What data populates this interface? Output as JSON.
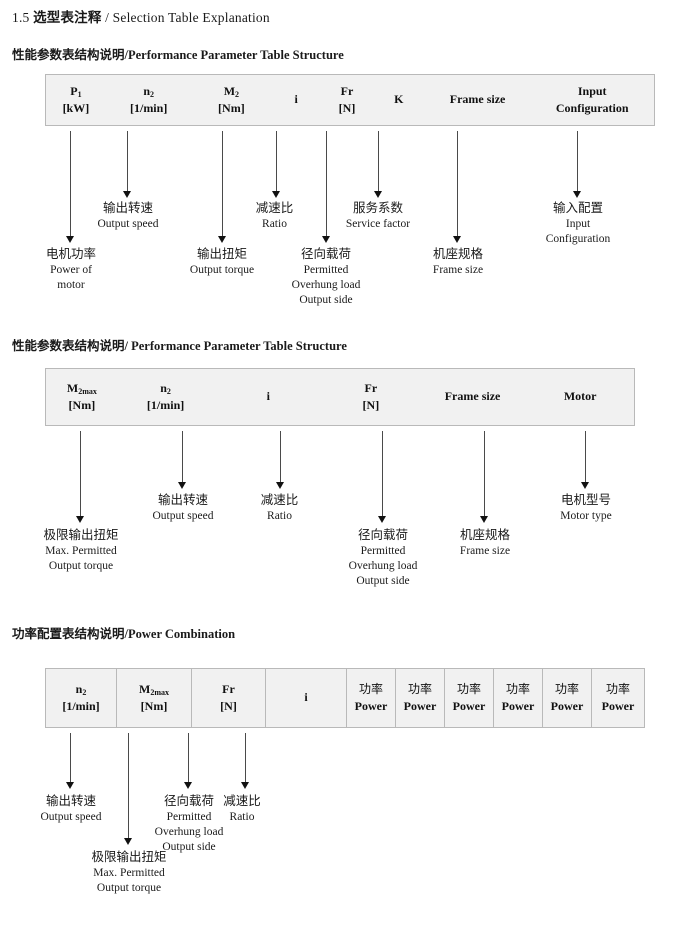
{
  "document": {
    "section_number": "1.5",
    "section_title_cn": "选型表注释",
    "section_separator": "/",
    "section_title_en": "Selection Table Explanation"
  },
  "blocks": [
    {
      "heading_cn": "性能参数表结构说明",
      "heading_sep": "/",
      "heading_en": "Performance Parameter Table Structure",
      "columns": [
        {
          "l1": "P₁",
          "sym": "P",
          "sub": "1",
          "l2": "[kW]"
        },
        {
          "l1": "n₂",
          "sym": "n",
          "sub": "2",
          "l2": "[1/min]"
        },
        {
          "l1": "M₂",
          "sym": "M",
          "sub": "2",
          "l2": "[Nm]"
        },
        {
          "l1": "i",
          "sym": "i",
          "sub": "",
          "l2": ""
        },
        {
          "l1": "Fr",
          "sym": "Fr",
          "sub": "",
          "l2": "[N]"
        },
        {
          "l1": "K",
          "sym": "K",
          "sub": "",
          "l2": ""
        },
        {
          "l1": "Frame size",
          "sym": "Frame size",
          "sub": "",
          "l2": ""
        },
        {
          "l1": "Input",
          "sym": "Input",
          "sub": "",
          "l2": "Configuration"
        }
      ],
      "callouts": [
        {
          "cn": "电机功率",
          "en": [
            "Power of",
            "motor"
          ]
        },
        {
          "cn": "输出转速",
          "en": [
            "Output speed"
          ]
        },
        {
          "cn": "输出扭矩",
          "en": [
            "Output torque"
          ]
        },
        {
          "cn": "减速比",
          "en": [
            "Ratio"
          ]
        },
        {
          "cn": "径向载荷",
          "en": [
            "Permitted",
            "Overhung load",
            "Output side"
          ]
        },
        {
          "cn": "服务系数",
          "en": [
            "Service factor"
          ]
        },
        {
          "cn": "机座规格",
          "en": [
            "Frame size"
          ]
        },
        {
          "cn": "输入配置",
          "en": [
            "Input",
            "Configuration"
          ]
        }
      ]
    },
    {
      "heading_cn": "性能参数表结构说明",
      "heading_sep": "/",
      "heading_en": "Performance Parameter Table Structure",
      "columns": [
        {
          "l1": "M₂max",
          "sym": "M",
          "sub": "2max",
          "l2": "[Nm]"
        },
        {
          "l1": "n₂",
          "sym": "n",
          "sub": "2",
          "l2": "[1/min]"
        },
        {
          "l1": "i",
          "sym": "i",
          "sub": "",
          "l2": ""
        },
        {
          "l1": "Fr",
          "sym": "Fr",
          "sub": "",
          "l2": "[N]"
        },
        {
          "l1": "Frame size",
          "sym": "Frame size",
          "sub": "",
          "l2": ""
        },
        {
          "l1": "Motor",
          "sym": "Motor",
          "sub": "",
          "l2": ""
        }
      ],
      "callouts": [
        {
          "cn": "极限输出扭矩",
          "en": [
            "Max. Permitted",
            "Output   torque"
          ]
        },
        {
          "cn": "输出转速",
          "en": [
            "Output speed"
          ]
        },
        {
          "cn": "减速比",
          "en": [
            "Ratio"
          ]
        },
        {
          "cn": "径向载荷",
          "en": [
            "Permitted",
            "Overhung load",
            "Output side"
          ]
        },
        {
          "cn": "机座规格",
          "en": [
            "Frame size"
          ]
        },
        {
          "cn": "电机型号",
          "en": [
            "Motor type"
          ]
        }
      ]
    },
    {
      "heading_cn": "功率配置表结构说明",
      "heading_sep": "/",
      "heading_en": "Power Combination",
      "columns": [
        {
          "l1": "n₂",
          "sym": "n",
          "sub": "2",
          "l2": "[1/min]"
        },
        {
          "l1": "M₂max",
          "sym": "M",
          "sub": "2max",
          "l2": "[Nm]"
        },
        {
          "l1": "Fr",
          "sym": "Fr",
          "sub": "",
          "l2": "[N]"
        },
        {
          "l1": "i",
          "sym": "i",
          "sub": "",
          "l2": ""
        },
        {
          "l1": "功率",
          "sym": "功率",
          "sub": "",
          "l2": "Power"
        },
        {
          "l1": "功率",
          "sym": "功率",
          "sub": "",
          "l2": "Power"
        },
        {
          "l1": "功率",
          "sym": "功率",
          "sub": "",
          "l2": "Power"
        },
        {
          "l1": "功率",
          "sym": "功率",
          "sub": "",
          "l2": "Power"
        },
        {
          "l1": "功率",
          "sym": "功率",
          "sub": "",
          "l2": "Power"
        },
        {
          "l1": "功率",
          "sym": "功率",
          "sub": "",
          "l2": "Power"
        }
      ],
      "callouts": [
        {
          "cn": "输出转速",
          "en": [
            "Output speed"
          ]
        },
        {
          "cn": "极限输出扭矩",
          "en": [
            "Max. Permitted",
            "Output   torque"
          ]
        },
        {
          "cn": "径向载荷",
          "en": [
            "Permitted",
            "Overhung load",
            "Output side"
          ]
        },
        {
          "cn": "减速比",
          "en": [
            "Ratio"
          ]
        }
      ]
    }
  ],
  "colors": {
    "table_fill": "#f1f1f1",
    "table_border": "#b9b9b9",
    "arrow": "#111111",
    "text": "#1a1a1a"
  }
}
